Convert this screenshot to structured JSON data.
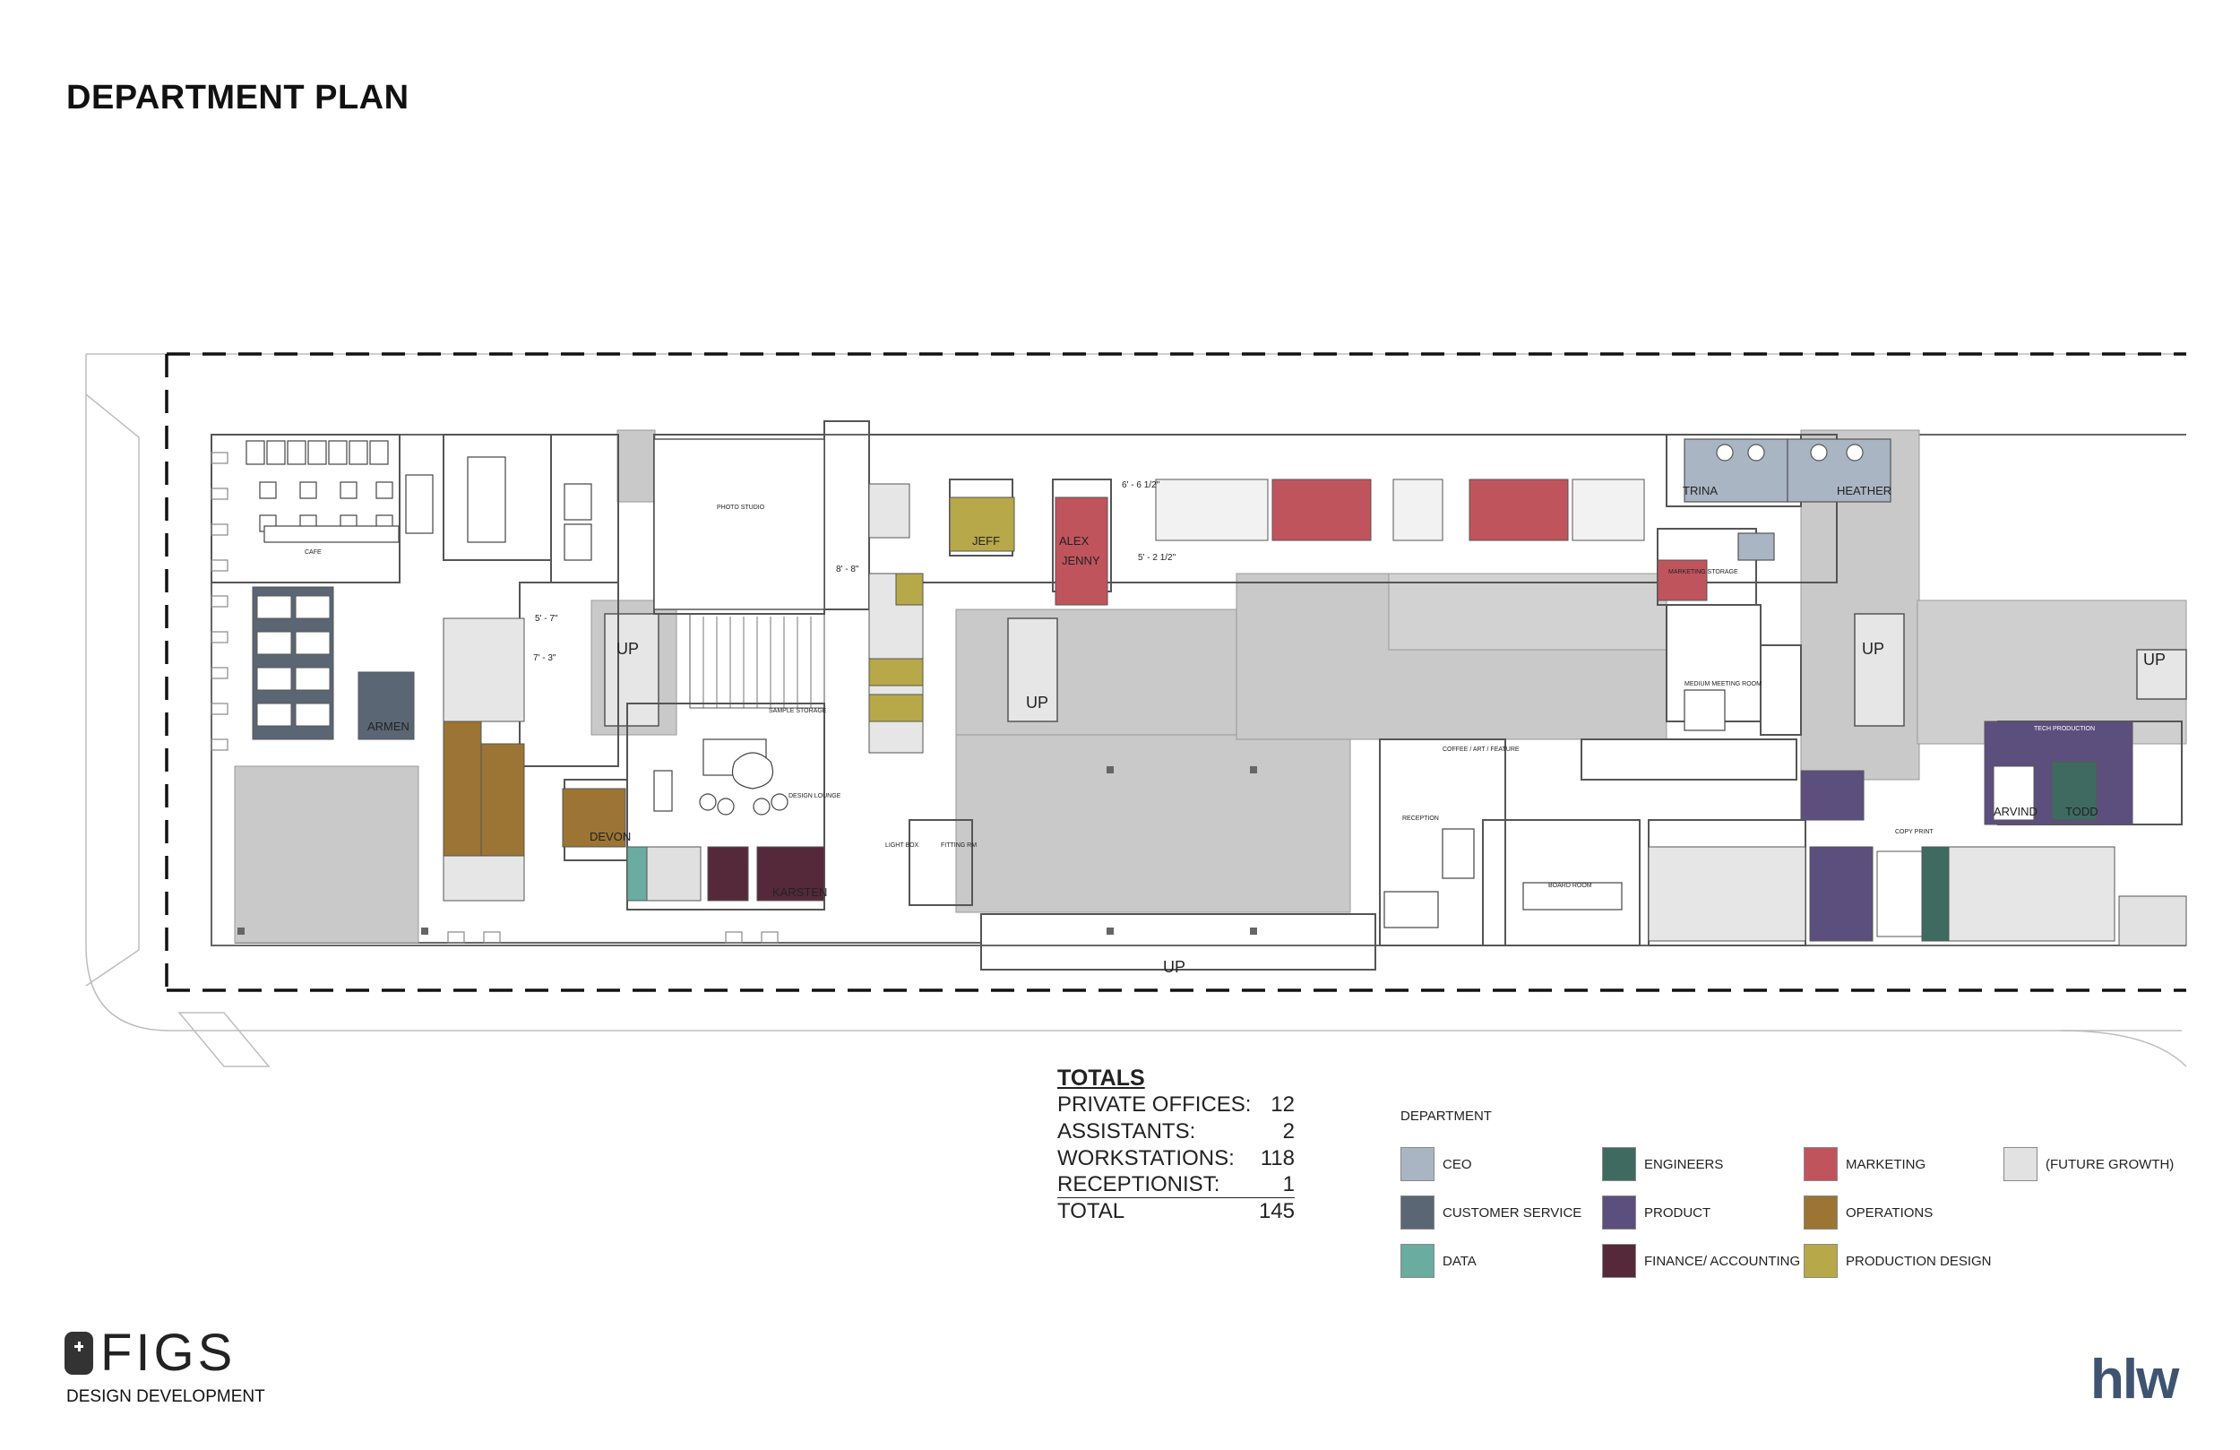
{
  "title": "DEPARTMENT PLAN",
  "plan": {
    "labels": {
      "up_1": "UP",
      "up_2": "UP",
      "up_3": "UP",
      "up_4": "UP",
      "up_5": "UP",
      "cafe": "CAFE",
      "photo_studio": "PHOTO STUDIO",
      "sample_storage": "SAMPLE STORAGE",
      "design_lounge": "DESIGN LOUNGE",
      "light_box": "LIGHT BOX",
      "fitting_rm": "FITTING RM",
      "reception": "RECEPTION",
      "board_room": "BOARD ROOM",
      "coffee_feature": "COFFEE / ART / FEATURE",
      "marketing_storage": "MARKETING STORAGE",
      "medium_meeting_room": "MEDIUM MEETING ROOM",
      "tech_production": "TECH PRODUCTION",
      "copy_print": "COPY PRINT",
      "dim_1": "8' - 8\"",
      "dim_2": "5' - 7\"",
      "dim_3": "7' - 3\"",
      "dim_4": "5' - 2 1/2\"",
      "dim_5": "6' - 6 1/2\""
    },
    "names": {
      "armen": "ARMEN",
      "devon": "DEVON",
      "karsten": "KARSTEN",
      "jeff": "JEFF",
      "alex": "ALEX",
      "jenny": "JENNY",
      "trina": "TRINA",
      "heather": "HEATHER",
      "arvind": "ARVIND",
      "todd": "TODD"
    }
  },
  "totals": {
    "title": "TOTALS",
    "rows": [
      {
        "label": "PRIVATE OFFICES:",
        "value": "12"
      },
      {
        "label": "ASSISTANTS:",
        "value": "2"
      },
      {
        "label": "WORKSTATIONS:",
        "value": "118"
      },
      {
        "label": "RECEPTIONIST:",
        "value": "1"
      },
      {
        "label": "TOTAL",
        "value": "145"
      }
    ]
  },
  "legend": {
    "title": "DEPARTMENT",
    "items": [
      {
        "label": "CEO",
        "color": "#a9b5c2"
      },
      {
        "label": "CUSTOMER SERVICE",
        "color": "#5a6673"
      },
      {
        "label": "DATA",
        "color": "#6aaca0"
      },
      {
        "label": "ENGINEERS",
        "color": "#3e6a60"
      },
      {
        "label": "PRODUCT",
        "color": "#5c4f7e"
      },
      {
        "label": "FINANCE/ ACCOUNTING",
        "color": "#55293a"
      },
      {
        "label": "MARKETING",
        "color": "#c0545c"
      },
      {
        "label": "OPERATIONS",
        "color": "#9c7434"
      },
      {
        "label": "PRODUCTION DESIGN",
        "color": "#b7a849"
      },
      {
        "label": "(FUTURE GROWTH)",
        "color": "#e2e2e2"
      }
    ]
  },
  "footer": {
    "logo_text": "FIGS",
    "subtitle": "DESIGN DEVELOPMENT",
    "firm": "hlw"
  }
}
